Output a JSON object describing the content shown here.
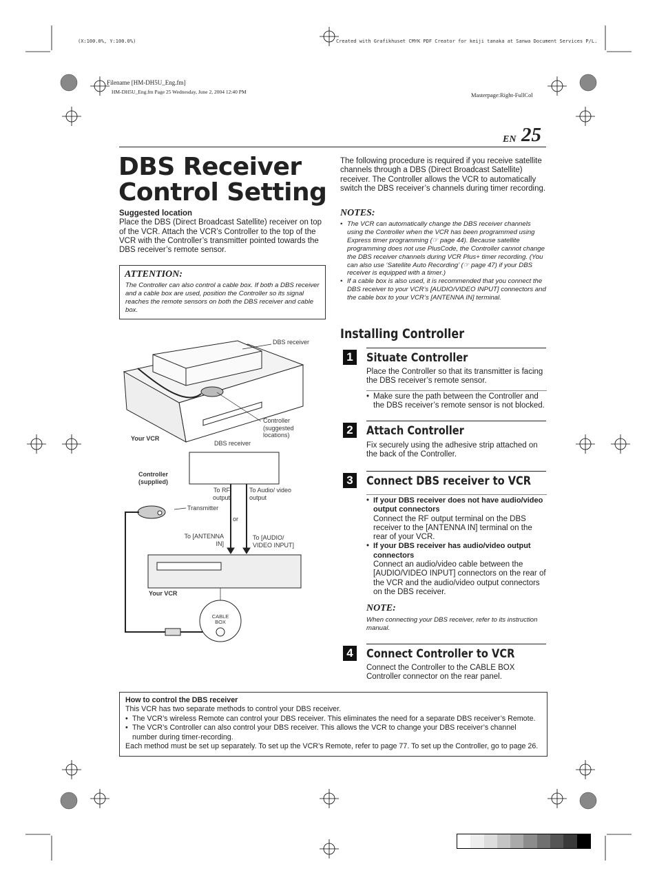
{
  "header": {
    "coords": "(X:100.0%, Y:100.0%)",
    "creator": "Created with Grafikhuset CMYK PDF Creator for keiji tanaka at Sanwa Document Services P/L.",
    "filename": "Filename [HM-DH5U_Eng.fm]",
    "fileinfo": "HM-DH5U_Eng.fm Page 25 Wednesday, June 2, 2004 12:40 PM",
    "masterpage": "Masterpage:Right-FullCol"
  },
  "page": {
    "lang": "EN",
    "number": "25"
  },
  "title": {
    "line1": "DBS Receiver",
    "line2": "Control Setting"
  },
  "suggested": {
    "heading": "Suggested location",
    "text": "Place the DBS (Direct Broadcast Satellite) receiver on top of the VCR. Attach the VCR’s Controller to the top of the VCR with the Controller’s transmitter pointed towards the DBS receiver’s remote sensor."
  },
  "attention": {
    "heading": "ATTENTION:",
    "text": "The Controller can also control a cable box. If both a DBS receiver and a cable box are used, position the Controller so its signal reaches the remote sensors on both the DBS receiver and cable box."
  },
  "intro": "The following procedure is required if you receive satellite channels through a DBS (Direct Broadcast Satellite) receiver. The Controller allows the VCR to automatically switch the DBS receiver’s channels during timer recording.",
  "notes": {
    "heading": "NOTES:",
    "item1": "The VCR can automatically change the DBS receiver channels using the Controller when the VCR has been programmed using Express timer programming (☞ page 44). Because satellite programming does not use PlusCode, the Controller cannot change the DBS receiver channels during VCR Plus+ timer recording. (You can also use ‘Satellite Auto Recording’ (☞ page 47) if your DBS receiver is equipped with a timer.)",
    "item2": "If a cable box is also used, it is recommended that you connect the DBS receiver to your VCR’s [AUDIO/VIDEO INPUT] connectors and the cable box to your VCR’s [ANTENNA IN] terminal."
  },
  "installing": "Installing Controller",
  "steps": [
    {
      "num": "1",
      "title": "Situate Controller",
      "text": "Place the Controller so that its transmitter is facing the DBS receiver’s remote sensor.",
      "bullet": "Make sure the path between the Controller and the DBS receiver’s remote sensor is not blocked."
    },
    {
      "num": "2",
      "title": "Attach Controller",
      "text": "Fix securely using the adhesive strip attached on the back of the Controller."
    },
    {
      "num": "3",
      "title": "Connect DBS receiver to VCR",
      "b1_head": "If your DBS receiver does not have audio/video output connectors",
      "b1_text": "Connect the RF output terminal on the DBS receiver to the [ANTENNA IN] terminal on the rear of your VCR.",
      "b2_head": "If your DBS receiver has audio/video output connectors",
      "b2_text": "Connect an audio/video cable between the [AUDIO/VIDEO INPUT] connectors on the rear of the VCR and the audio/video output connectors on the DBS receiver.",
      "note_head": "NOTE:",
      "note_text": "When connecting your DBS receiver, refer to its instruction manual."
    },
    {
      "num": "4",
      "title": "Connect Controller to VCR",
      "text": "Connect the Controller to the CABLE BOX Controller connector on the rear panel."
    }
  ],
  "diagram": {
    "dbs_receiver_top": "DBS receiver",
    "your_vcr_top": "Your VCR",
    "controller_suggested": "Controller (suggested locations)",
    "dbs_receiver_mid": "DBS receiver",
    "controller_supplied": "Controller (supplied)",
    "transmitter": "Transmitter",
    "to_rf": "To RF output",
    "to_av": "To Audio/ video output",
    "or": "or",
    "to_antenna": "To [ANTENNA IN]",
    "to_avin": "To [AUDIO/ VIDEO INPUT]",
    "your_vcr_bottom": "Your VCR",
    "cable_box": "CABLE BOX"
  },
  "howto": {
    "heading": "How to control the DBS receiver",
    "intro": "This VCR has two separate methods to control your DBS receiver.",
    "b1": "The VCR’s wireless Remote can control your DBS receiver. This eliminates the need for a separate DBS receiver’s Remote.",
    "b2": "The VCR’s Controller can also control your DBS receiver. This allows the VCR to change your DBS receiver’s channel number during timer-recording.",
    "outro": "Each method must be set up separately. To set up the VCR’s Remote, refer to page 77. To set up the Controller, go to page 26."
  },
  "colors": {
    "ink": "#222222",
    "rule": "#222222"
  }
}
